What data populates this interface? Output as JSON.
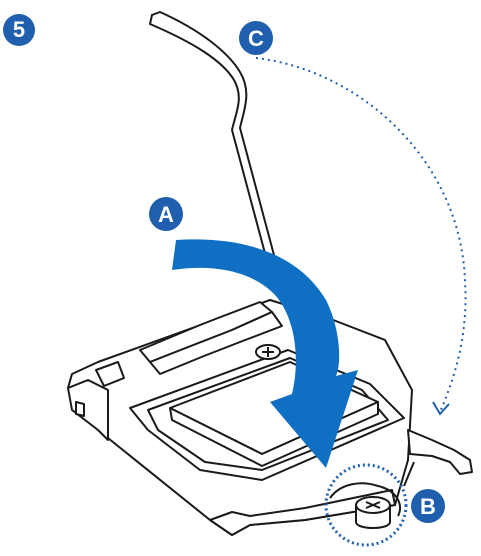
{
  "step": {
    "number": "5"
  },
  "markers": {
    "a": "A",
    "b": "B",
    "c": "C"
  },
  "colors": {
    "accent": "#1f5fad",
    "arrow": "#0f6fc2",
    "outline": "#1a1a1a",
    "fill": "#ffffff"
  }
}
